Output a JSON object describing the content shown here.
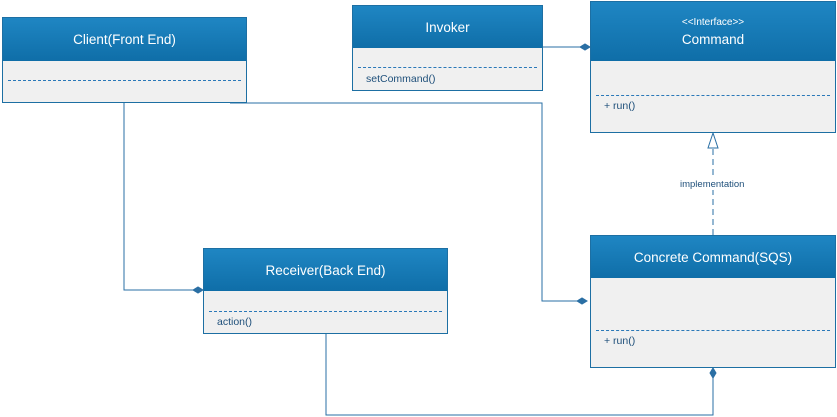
{
  "classes": {
    "client": {
      "title": "Client(Front End)"
    },
    "invoker": {
      "title": "Invoker",
      "method": "setCommand()"
    },
    "command": {
      "stereotype": "<<Interface>>",
      "title": "Command",
      "method": "+ run()"
    },
    "receiver": {
      "title": "Receiver(Back End)",
      "method": "action()"
    },
    "concrete_command": {
      "title": "Concrete Command(SQS)",
      "method": "+ run()"
    }
  },
  "relations": {
    "implementation_label": "implementation"
  },
  "colors": {
    "header": "#1679b6",
    "border": "#1d6fa3",
    "body": "#f0f0f0",
    "line": "#2a6fa4"
  }
}
